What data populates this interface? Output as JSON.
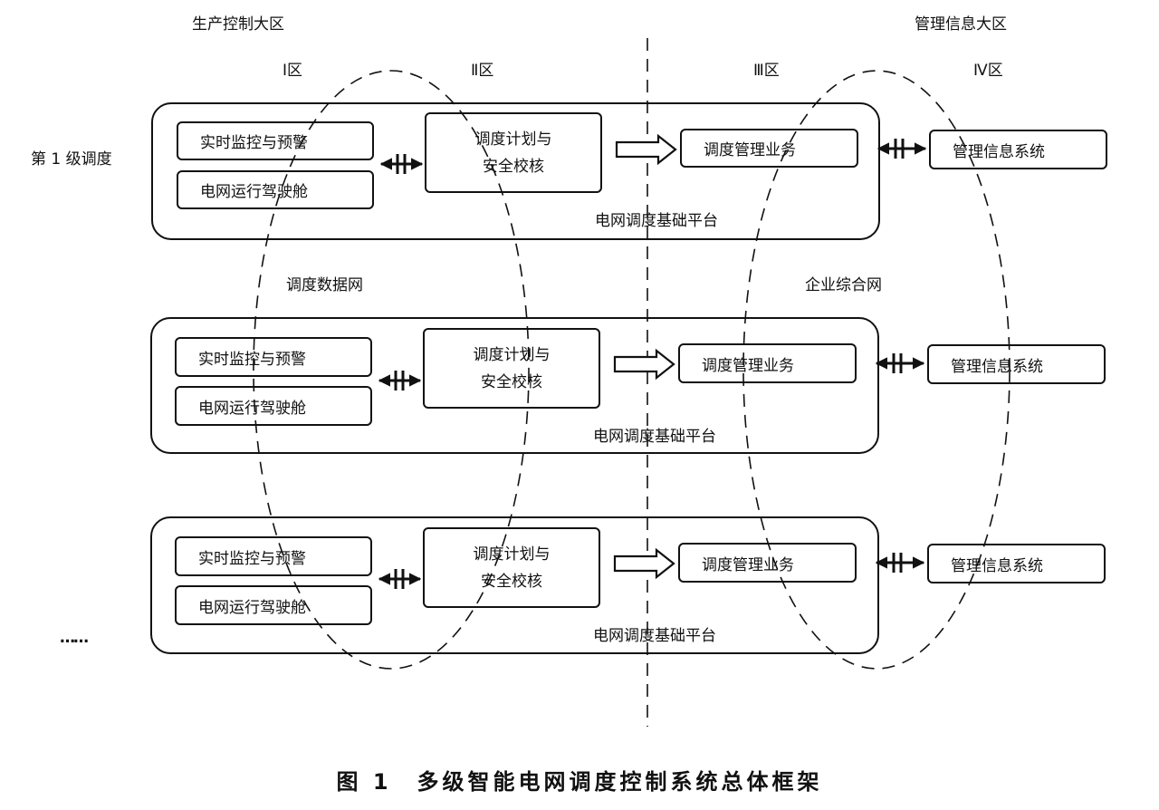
{
  "header": {
    "production_zone": "生产控制大区",
    "management_zone": "管理信息大区",
    "zone1": "Ⅰ区",
    "zone2": "Ⅱ区",
    "zone3": "Ⅲ区",
    "zone4": "Ⅳ区"
  },
  "row_labels": {
    "level1": "第 1 级调度",
    "more": "……"
  },
  "network_labels": {
    "dispatch_data_network": "调度数据网",
    "enterprise_network": "企业综合网"
  },
  "rows": [
    {
      "monitor": "实时监控与预警",
      "cockpit": "电网运行驾驶舱",
      "plan_line1": "调度计划与",
      "plan_line2": "安全校核",
      "dispatch_mgmt": "调度管理业务",
      "mis": "管理信息系统",
      "platform": "电网调度基础平台"
    },
    {
      "monitor": "实时监控与预警",
      "cockpit": "电网运行驾驶舱",
      "plan_line1": "调度计划与",
      "plan_line2": "安全校核",
      "dispatch_mgmt": "调度管理业务",
      "mis": "管理信息系统",
      "platform": "电网调度基础平台"
    },
    {
      "monitor": "实时监控与预警",
      "cockpit": "电网运行驾驶舱",
      "plan_line1": "调度计划与",
      "plan_line2": "安全校核",
      "dispatch_mgmt": "调度管理业务",
      "mis": "管理信息系统",
      "platform": "电网调度基础平台"
    }
  ],
  "caption": "图 1　多级智能电网调度控制系统总体框架",
  "colors": {
    "line": "#111111",
    "background": "#ffffff"
  }
}
